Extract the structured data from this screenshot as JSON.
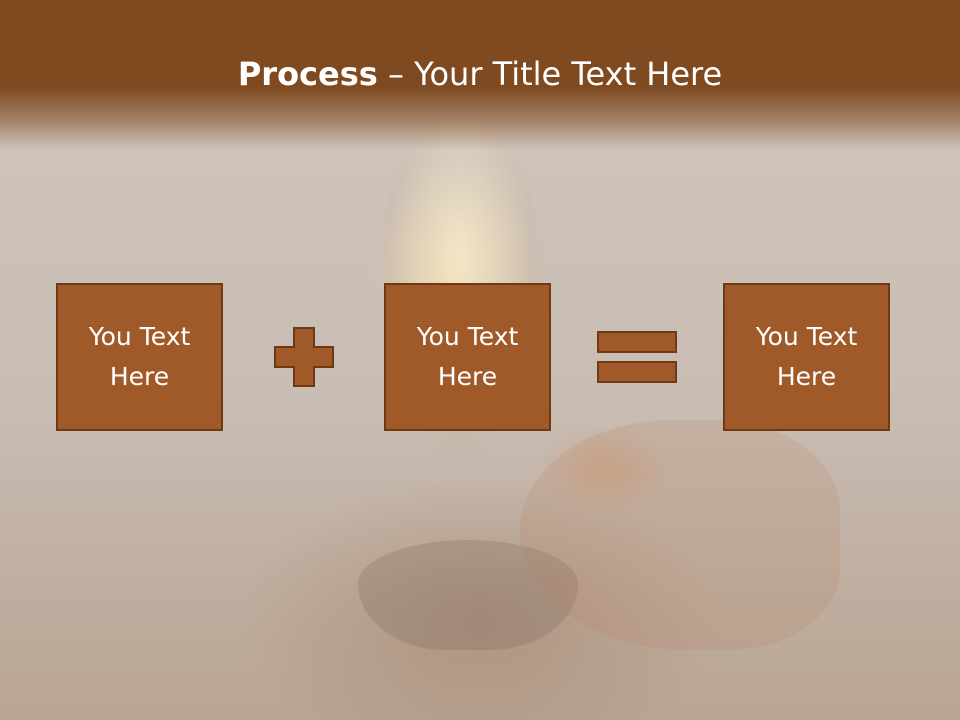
{
  "slide": {
    "title_bold": "Process",
    "title_rest": " – Your Title Text Here"
  },
  "process": {
    "boxes": [
      {
        "label": "You Text\nHere"
      },
      {
        "label": "You Text\nHere"
      },
      {
        "label": "You Text\nHere"
      }
    ],
    "operators": [
      "plus-icon",
      "equals-icon"
    ]
  },
  "colors": {
    "header": "#7f4a20",
    "box_fill": "#a05a29",
    "box_border": "#6e3a16",
    "text": "#ffffff"
  }
}
